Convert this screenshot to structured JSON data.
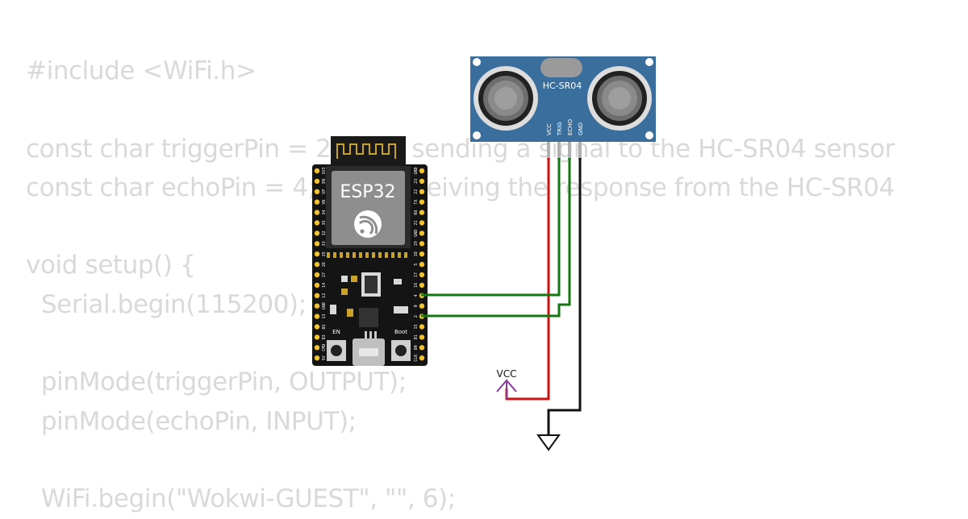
{
  "code_lines": [
    "#include <WiFi.h>",
    "",
    "const char triggerPin = 2; // for sending a signal to the HC-SR04 sensor",
    "const char echoPin = 4; // for receiving the response from the HC-SR04",
    "",
    "void setup() {",
    "  Serial.begin(115200);",
    "",
    "  pinMode(triggerPin, OUTPUT);",
    "  pinMode(echoPin, INPUT);",
    "",
    "  WiFi.begin(\"Wokwi-GUEST\", \"\", 6);"
  ],
  "esp32": {
    "label": "ESP32",
    "en_label": "EN",
    "boot_label": "Boot",
    "left_pins": [
      "3V3",
      "EN",
      "VP",
      "VN",
      "34",
      "35",
      "32",
      "33",
      "25",
      "26",
      "27",
      "14",
      "12",
      "GND",
      "13",
      "D2",
      "D3",
      "CMD",
      "5V"
    ],
    "right_pins": [
      "GND",
      "23",
      "22",
      "TX",
      "RX",
      "21",
      "GND",
      "19",
      "18",
      "5",
      "17",
      "16",
      "4",
      "0",
      "2",
      "15",
      "D1",
      "D0",
      "CLK"
    ]
  },
  "sensor": {
    "label": "HC-SR04",
    "pins": [
      "VCC",
      "TRIG",
      "ECHO",
      "GND"
    ]
  },
  "power": {
    "vcc_label": "VCC"
  },
  "colors": {
    "vcc_wire": "#cc1111",
    "signal_wire": "#117711",
    "gnd_wire": "#111111",
    "vcc_symbol": "#8a3aa0",
    "board": "#141414",
    "pin": "#f2c230",
    "sensor_board": "#3a6e9c"
  }
}
